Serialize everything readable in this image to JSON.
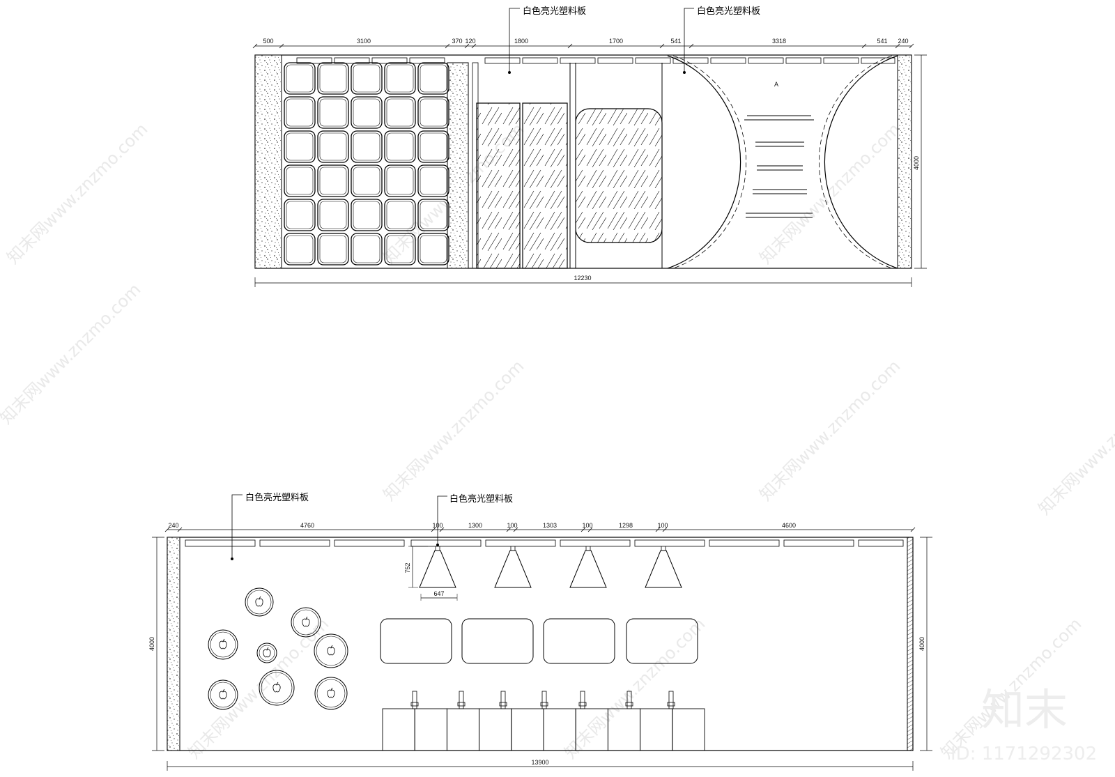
{
  "watermarks": {
    "site_text": "知末网www.znzmo.com",
    "brand": "知末",
    "id_text": "ID: 1171292302"
  },
  "elevation_top": {
    "callouts": [
      "白色亮光塑料板",
      "白色亮光塑料板"
    ],
    "top_dims": [
      "500",
      "3100",
      "370",
      "120",
      "1800",
      "1700",
      "541",
      "3318",
      "541",
      "240"
    ],
    "height_dim": "4000",
    "total_dim": "12230",
    "sign_text": "A"
  },
  "elevation_bottom": {
    "callouts": [
      "白色亮光塑料板",
      "白色亮光塑料板"
    ],
    "top_dims": [
      "240",
      "4760",
      "100",
      "1300",
      "100",
      "1303",
      "100",
      "1298",
      "100",
      "4600"
    ],
    "lamp_height_dim": "752",
    "lamp_width_dim": "647",
    "height_dim_left": "4000",
    "height_dim_right": "4000",
    "total_dim": "13900"
  },
  "colors": {
    "line": "#000000",
    "watermark": "#e6e6e6",
    "background": "#ffffff"
  },
  "icons": {
    "logo_icon": "apple-logo-icon",
    "pendant_icon": "cone-pendant-lamp-icon"
  }
}
